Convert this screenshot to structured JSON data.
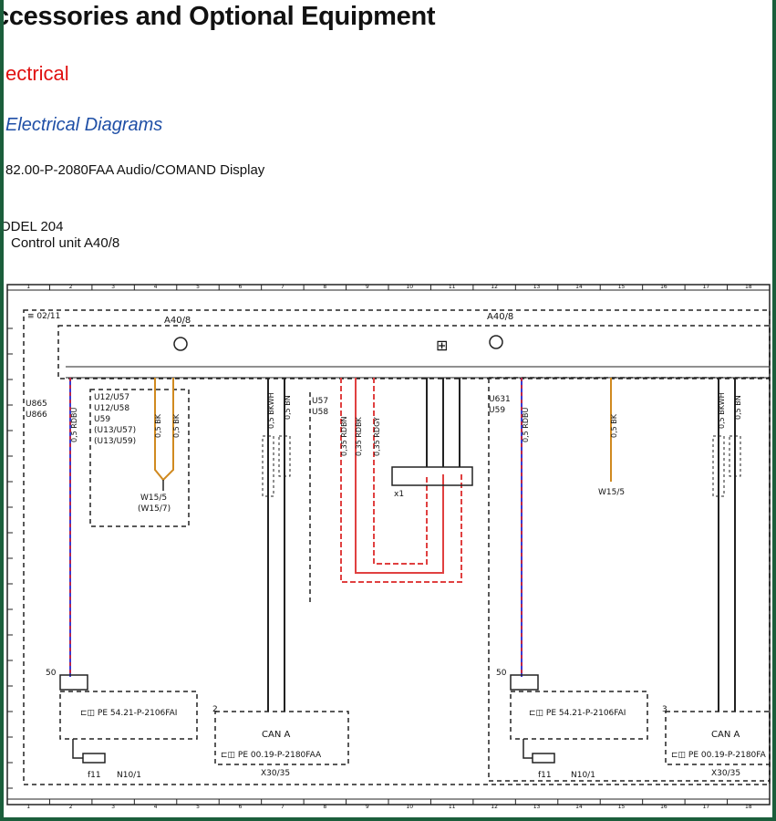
{
  "header": {
    "title": "ccessories and Optional Equipment",
    "category": "ectrical",
    "section": "Electrical Diagrams",
    "document": "82.00-P-2080FAA Audio/COMAND Display",
    "model": "ODEL 204",
    "control_unit": "Control unit A40/8"
  },
  "diagram": {
    "revision": "02/11",
    "unit_label": "A40/8",
    "left_group": {
      "series_codes": [
        "U865",
        "U866"
      ],
      "option_codes": [
        "U12/U57",
        "U12/U58",
        "U59",
        "(U13/U57)",
        "(U13/U59)"
      ],
      "ground_label": "W15/5",
      "ground_label_alt": "(W15/7)",
      "wire_antenna": "0,5 RDBU",
      "wire_bk1": "0,5 BK",
      "wire_bk2": "0,5 BK",
      "wire_can1": "0,5 BKWH",
      "wire_can2": "0,5 BN",
      "pin_50": "50",
      "pin_2": "2",
      "pe_antenna": "PE 54.21-P-2106FAI",
      "pe_can": "PE 00.19-P-2180FAA",
      "can_label": "CAN A",
      "connector_n10": "N10/1",
      "connector_x30": "X30/35",
      "fuse": "f11"
    },
    "middle_group": {
      "series_codes": [
        "U57",
        "U58"
      ],
      "wire_1": "0,35 RDBN",
      "wire_2": "0,35 RDBK",
      "wire_3": "0,35 RDGY",
      "connector_x1": "x1"
    },
    "right_group": {
      "series_codes": [
        "U631",
        "U59"
      ],
      "ground_label": "W15/5",
      "wire_antenna": "0,5 RDBU",
      "wire_bk": "0,5 BK",
      "wire_can1": "0,5 BKWH",
      "wire_can2": "0,5 BN",
      "pin_50": "50",
      "pin_3": "3",
      "pe_antenna": "PE 54.21-P-2106FAI",
      "pe_can": "PE 00.19-P-2180FA",
      "can_label": "CAN A",
      "connector_n10": "N10/1",
      "connector_x30": "X30/35",
      "fuse": "f11"
    },
    "grid_numbers": [
      "1",
      "2",
      "3",
      "4",
      "5",
      "6",
      "7",
      "8",
      "9",
      "10",
      "11",
      "12",
      "13",
      "14",
      "15",
      "16",
      "17",
      "18"
    ]
  }
}
